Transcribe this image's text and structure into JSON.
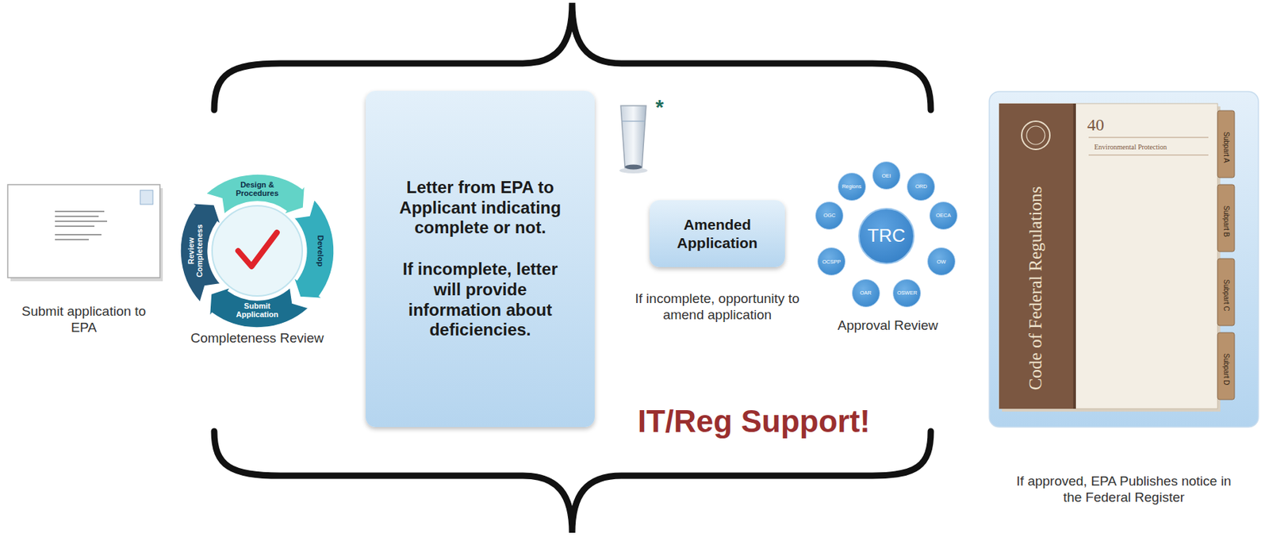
{
  "diagram": {
    "nodes": [
      {
        "text": [
          "Submit application to EPA"
        ]
      },
      {
        "text": [
          "Design & Procedures",
          "Develop",
          "Submit Application",
          "Review Completeness",
          "Completeness Review"
        ]
      },
      {
        "text": [
          "Letter from EPA to Applicant indicating complete or not.",
          "If incomplete, letter will provide information about deficiencies."
        ]
      },
      {
        "text": [
          "Amended Application",
          "If incomplete, opportunity to amend application"
        ]
      },
      {
        "text": [
          "TRC",
          "Approval Review"
        ]
      },
      {
        "text": [
          "OGC"
        ]
      },
      {
        "text": [
          "Regions"
        ]
      },
      {
        "text": [
          "OEI"
        ]
      },
      {
        "text": [
          "ORD"
        ]
      },
      {
        "text": [
          "OECA"
        ]
      },
      {
        "text": [
          "OW"
        ]
      },
      {
        "text": [
          "OSWER"
        ]
      },
      {
        "text": [
          "OAR"
        ]
      },
      {
        "text": [
          "OCSPP"
        ]
      },
      {
        "text": [
          "If approved, EPA Publishes notice in the Federal Register"
        ]
      },
      {
        "text": [
          "Code of Federal Regulations",
          "40",
          "Environmental Protection"
        ],
        "in": 14
      }
    ],
    "edges": [
      {
        "from": 0,
        "to": 1,
        "arrow": "none"
      },
      {
        "from": 1,
        "to": 2,
        "arrow": "to"
      },
      {
        "from": 2,
        "to": 3,
        "arrow": "to"
      },
      {
        "from": 3,
        "to": 4,
        "arrow": "none"
      },
      {
        "from": 4,
        "to": 14,
        "arrow": "to"
      },
      {
        "from": 4,
        "to": 5,
        "arrow": "none"
      },
      {
        "from": 4,
        "to": 6,
        "arrow": "none"
      },
      {
        "from": 4,
        "to": 7,
        "arrow": "none"
      },
      {
        "from": 4,
        "to": 8,
        "arrow": "none"
      },
      {
        "from": 4,
        "to": 9,
        "arrow": "none"
      },
      {
        "from": 4,
        "to": 10,
        "arrow": "none"
      },
      {
        "from": 4,
        "to": 11,
        "arrow": "none"
      },
      {
        "from": 4,
        "to": 12,
        "arrow": "none"
      },
      {
        "from": 4,
        "to": 13,
        "arrow": "none"
      }
    ],
    "labels": [
      "*",
      "IT/Reg Support!",
      "Subpart A",
      "Subpart B",
      "Subpart C",
      "Subpart D"
    ]
  }
}
